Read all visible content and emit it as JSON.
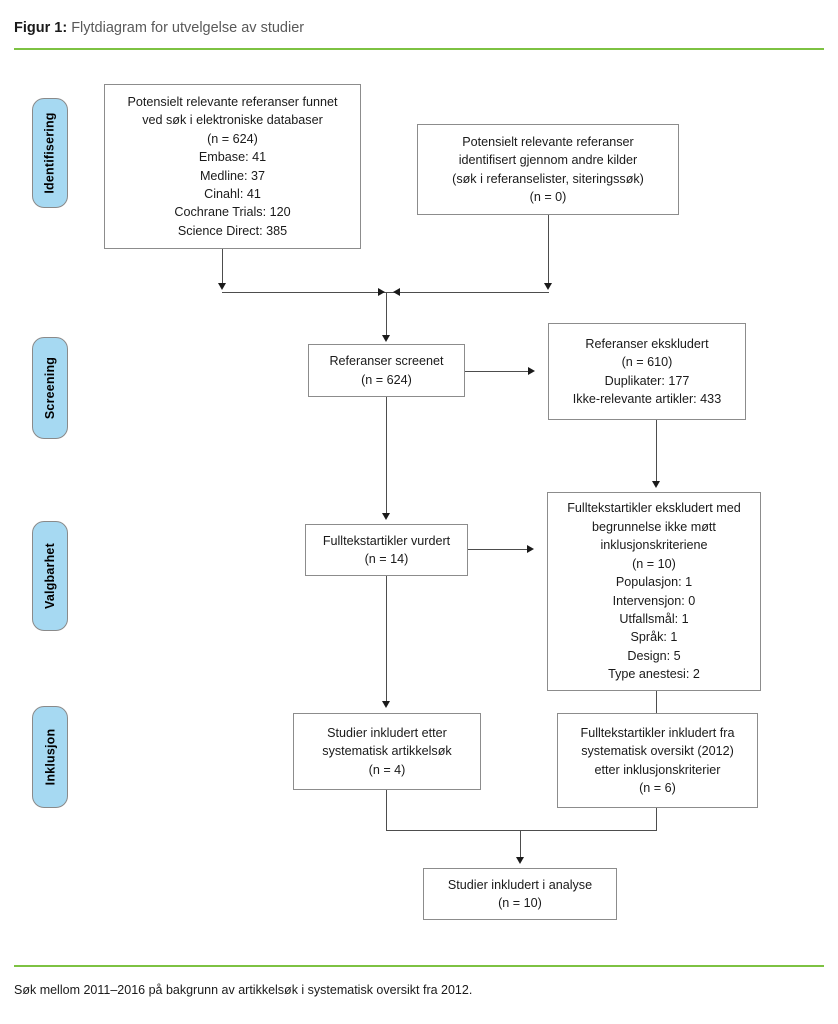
{
  "header": {
    "figure_number": "Figur 1:",
    "caption": " Flytdiagram for utvelgelse av studier",
    "rule_color": "#7DC242"
  },
  "footnote": {
    "text": "Søk mellom 2011–2016 på bakgrunn av artikkelsøk i systematisk oversikt fra 2012."
  },
  "theme": {
    "stage_tab_fill": "#A6D9F2",
    "box_border": "#8c8c8c",
    "connector": "#4d4d4d",
    "text": "#1a1a1a",
    "caption_text": "#595959"
  },
  "stages": [
    {
      "label": "Identifisering"
    },
    {
      "label": "Screening"
    },
    {
      "label": "Valgbarhet"
    },
    {
      "label": "Inklusjon"
    }
  ],
  "chart_data": {
    "type": "diagram",
    "title": "Flytdiagram for utvelgelse av studier",
    "nodes": [
      {
        "id": "databases",
        "stage": "Identifisering",
        "n": 624,
        "text": "Potensielt relevante referanser funnet\nved søk i elektroniske databaser\n(n = 624)\nEmbase: 41\nMedline: 37\nCinahl: 41\nCochrane Trials: 120\nScience Direct: 385"
      },
      {
        "id": "other-sources",
        "stage": "Identifisering",
        "n": 0,
        "text": "Potensielt relevante referanser\nidentifisert gjennom andre kilder\n(søk i referanselister, siteringssøk)\n(n = 0)"
      },
      {
        "id": "screened",
        "stage": "Screening",
        "n": 624,
        "text": "Referanser screenet\n(n = 624)"
      },
      {
        "id": "excluded-screen",
        "stage": "Screening",
        "n": 610,
        "text": "Referanser ekskludert\n(n = 610)\nDuplikater: 177\nIkke-relevante artikler: 433"
      },
      {
        "id": "fulltext",
        "stage": "Valgbarhet",
        "n": 14,
        "text": "Fulltekstartikler vurdert\n(n = 14)"
      },
      {
        "id": "excluded-full",
        "stage": "Valgbarhet",
        "n": 10,
        "text": "Fulltekstartikler ekskludert med\nbegrunnelse ikke møtt\ninklusjonskriteriene\n(n = 10)\nPopulasjon: 1\nIntervensjon: 0\nUtfallsmål: 1\nSpråk: 1\nDesign: 5\nType anestesi: 2"
      },
      {
        "id": "included-new",
        "stage": "Inklusjon",
        "n": 4,
        "text": "Studier inkludert etter\nsystematisk artikkelsøk\n(n = 4)"
      },
      {
        "id": "included-prev",
        "stage": "Inklusjon",
        "n": 6,
        "text": "Fulltekstartikler inkludert fra\nsystematisk oversikt (2012)\netter inklusjonskriterier\n(n = 6)"
      },
      {
        "id": "analysis",
        "stage": "Inklusjon",
        "n": 10,
        "text": "Studier inkludert i analyse\n(n = 10)"
      }
    ],
    "breakdowns": {
      "databases": {
        "Embase": 41,
        "Medline": 37,
        "Cinahl": 41,
        "Cochrane Trials": 120,
        "Science Direct": 385
      },
      "excluded-screen": {
        "Duplikater": 177,
        "Ikke-relevante artikler": 433
      },
      "excluded-full": {
        "Populasjon": 1,
        "Intervensjon": 0,
        "Utfallsmål": 1,
        "Språk": 1,
        "Design": 5,
        "Type anestesi": 2
      }
    },
    "edges": [
      {
        "from": "databases",
        "to": "screened"
      },
      {
        "from": "other-sources",
        "to": "screened"
      },
      {
        "from": "screened",
        "to": "excluded-screen"
      },
      {
        "from": "screened",
        "to": "fulltext"
      },
      {
        "from": "excluded-screen",
        "to": "excluded-full"
      },
      {
        "from": "fulltext",
        "to": "excluded-full"
      },
      {
        "from": "fulltext",
        "to": "included-new"
      },
      {
        "from": "excluded-full",
        "to": "included-prev"
      },
      {
        "from": "included-new",
        "to": "analysis"
      },
      {
        "from": "included-prev",
        "to": "analysis"
      }
    ]
  }
}
